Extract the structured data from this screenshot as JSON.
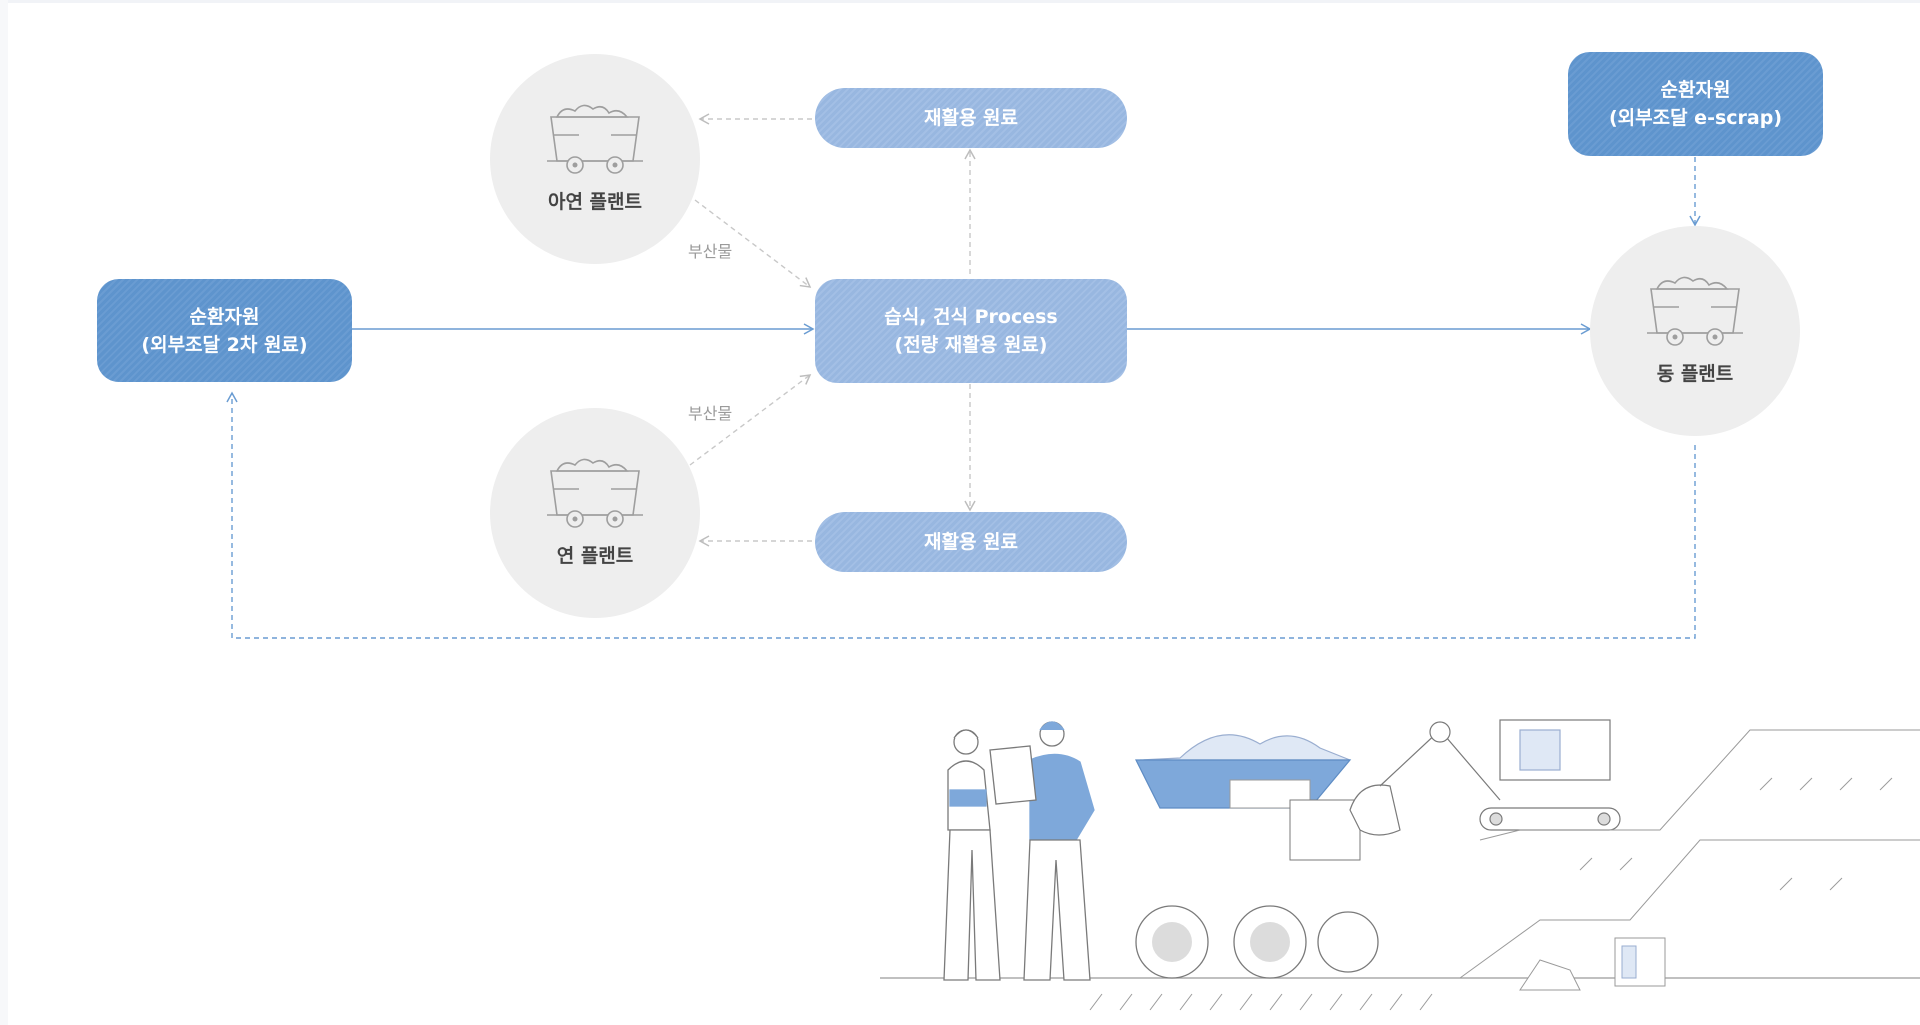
{
  "nodes": {
    "source_left": {
      "line1": "순환자원",
      "line2": "(외부조달 2차 원료)"
    },
    "source_right": {
      "line1": "순환자원",
      "line2": "(외부조달 e-scrap)"
    },
    "process": {
      "line1": "습식, 건식 Process",
      "line2": "(전량 재활용 원료)"
    },
    "recycled_top": {
      "label": "재활용 원료"
    },
    "recycled_bottom": {
      "label": "재활용 원료"
    },
    "zinc_plant": {
      "label": "아연 플랜트",
      "icon": "mine-cart-icon"
    },
    "lead_plant": {
      "label": "연 플랜트",
      "icon": "mine-cart-icon"
    },
    "copper_plant": {
      "label": "동 플랜트",
      "icon": "mine-cart-icon"
    }
  },
  "edge_labels": {
    "byproduct_top": "부산물",
    "byproduct_bottom": "부산물"
  },
  "colors": {
    "dark_box": "#5e94cd",
    "light_box": "#98b7e0",
    "solid_arrow": "#6a9cd2",
    "dashed_blue": "#6a9cd2",
    "dashed_gray": "#c8c8c8",
    "circle": "#eeeeee",
    "accent_fill": "#7ea8da"
  }
}
